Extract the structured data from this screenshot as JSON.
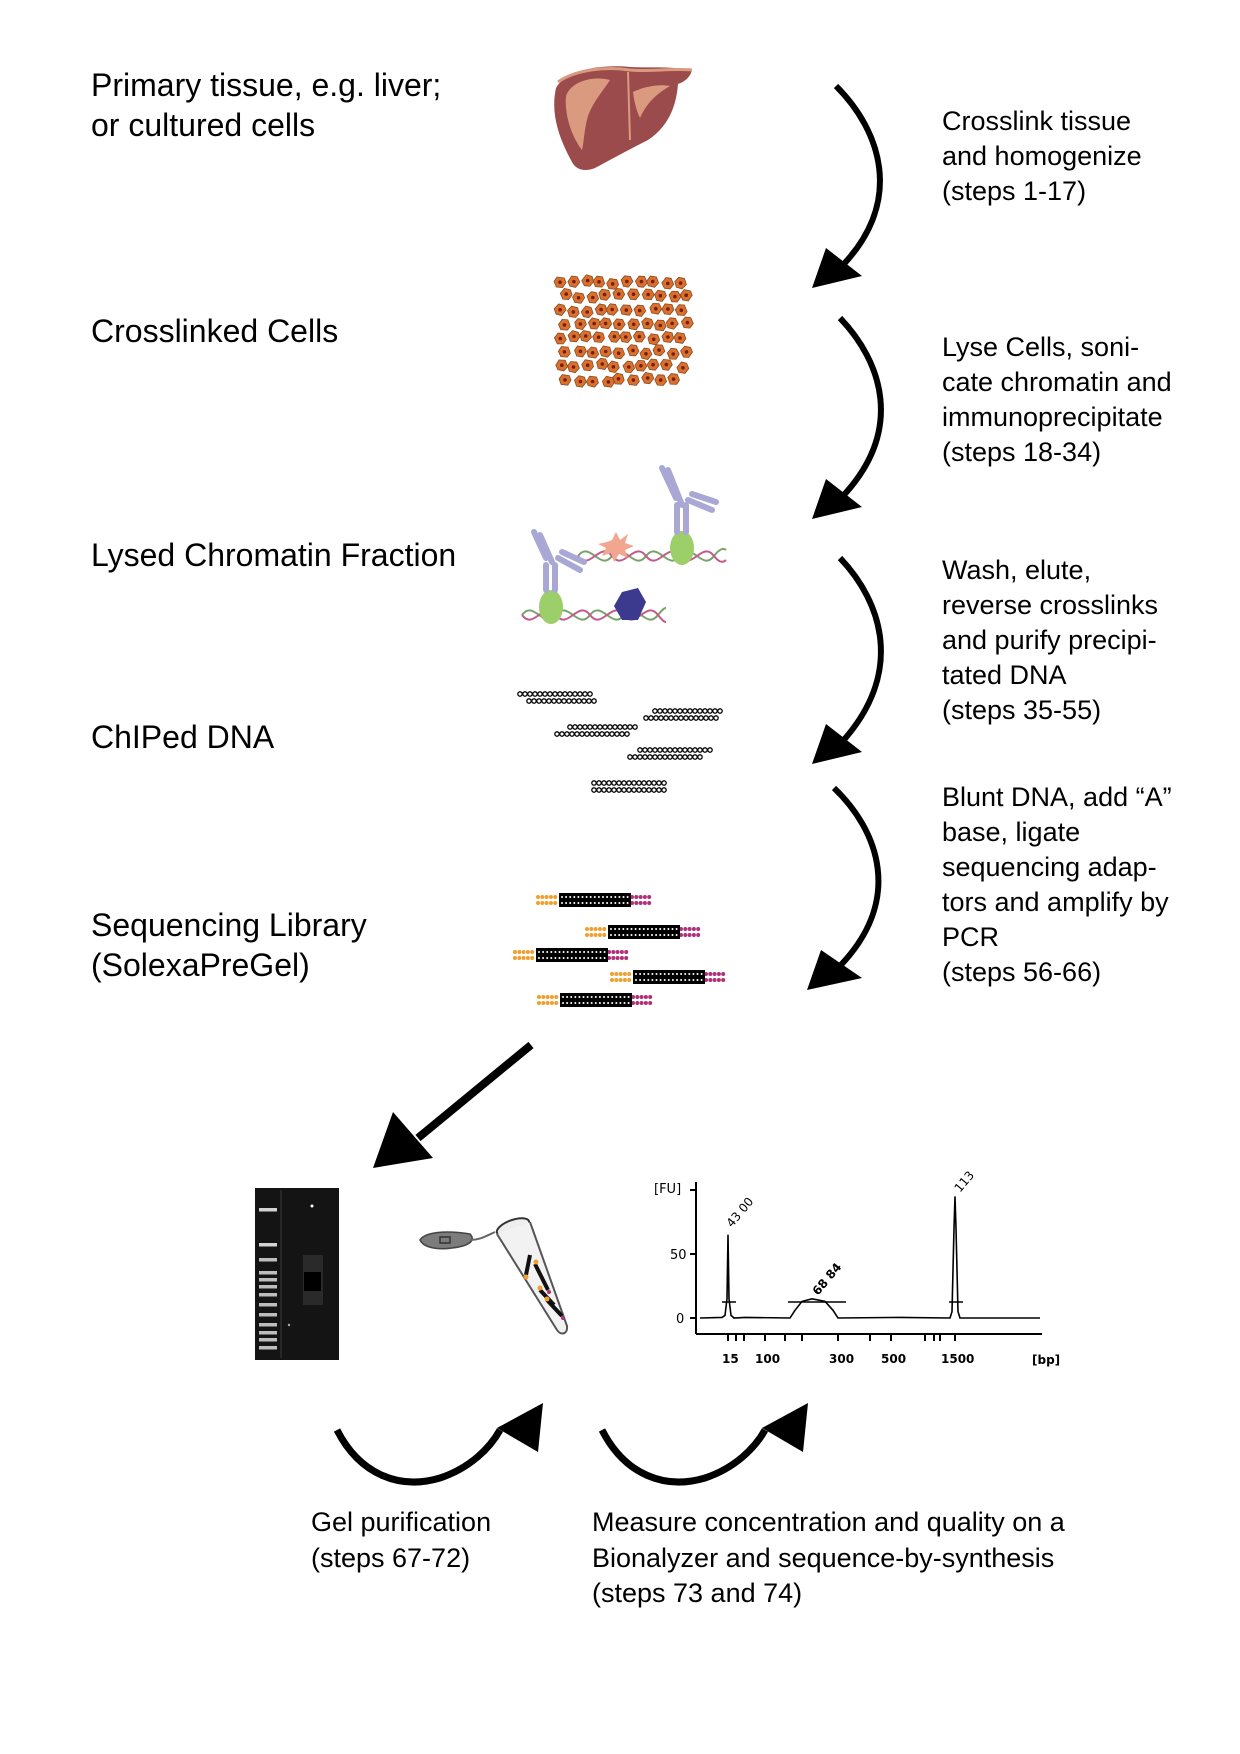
{
  "stages": [
    {
      "id": "tissue",
      "lines": [
        "Primary tissue, e.g. liver;",
        "or cultured cells"
      ],
      "icon": "liver-icon"
    },
    {
      "id": "crosslinked",
      "lines": [
        "Crosslinked Cells"
      ],
      "icon": "crosslinked-cells-icon"
    },
    {
      "id": "chromatin",
      "lines": [
        "Lysed Chromatin Fraction"
      ],
      "icon": "chromatin-antibody-icon"
    },
    {
      "id": "chiped",
      "lines": [
        "ChIPed DNA"
      ],
      "icon": "dna-fragments-icon"
    },
    {
      "id": "library",
      "lines": [
        "Sequencing Library",
        "(SolexaPreGel)"
      ],
      "icon": "sequencing-library-icon"
    }
  ],
  "steps": [
    {
      "lines": [
        "Crosslink tissue",
        "and homogenize",
        "(steps 1-17)"
      ]
    },
    {
      "lines": [
        "Lyse Cells, soni-",
        "cate chromatin and",
        "immunoprecipitate",
        "(steps 18-34)"
      ]
    },
    {
      "lines": [
        "Wash, elute,",
        "reverse crosslinks",
        "and purify precipi-",
        "tated DNA",
        "(steps 35-55)"
      ]
    },
    {
      "lines": [
        "Blunt DNA, add “A”",
        "base, ligate",
        "sequencing adap-",
        "tors and amplify by",
        "PCR",
        "(steps 56-66)"
      ]
    }
  ],
  "bottom_steps": [
    {
      "lines": [
        "Gel purification",
        "(steps 67-72)"
      ]
    },
    {
      "lines": [
        "Measure concentration and quality on a",
        "Bionalyzer and sequence-by-synthesis",
        "(steps 73 and 74)"
      ]
    }
  ],
  "colors": {
    "liver_dark": "#9b4b4b",
    "liver_light": "#d99a7f",
    "cell_fill": "#d8712f",
    "cell_nucleus": "#7a1c10",
    "adapter_left": "#f0a030",
    "adapter_right": "#b0307a",
    "antibody": "#a9a8d4",
    "protein_green": "#9ccf6a",
    "protein_pink": "#f2a58f",
    "protein_blue": "#3b3a8e"
  },
  "bioanalyzer": {
    "y_unit": "[FU]",
    "x_unit": "[bp]",
    "y_ticks": [
      "0",
      "50"
    ],
    "x_tick_labels": [
      "15",
      "100",
      "300",
      "500",
      "1500"
    ],
    "peak_labels": [
      "43 00",
      "68 84",
      "113"
    ]
  },
  "chart_data": {
    "type": "line",
    "title": "",
    "xlabel": "[bp]",
    "ylabel": "[FU]",
    "ylim": [
      -10,
      100
    ],
    "x_tick_labels": [
      "15",
      "100",
      "300",
      "500",
      "1500"
    ],
    "y_tick_labels": [
      "0",
      "50"
    ],
    "series": [
      {
        "name": "Bioanalyzer trace",
        "x": [
          "15",
          "100",
          "150",
          "200",
          "250",
          "300",
          "500",
          "1500"
        ],
        "values": [
          65,
          0,
          0,
          13,
          15,
          2,
          0,
          95
        ]
      }
    ],
    "peaks": [
      {
        "bp": "15",
        "fu": 65,
        "label": "43 00"
      },
      {
        "bp": "~200-300",
        "fu": 15,
        "label": "68 84"
      },
      {
        "bp": "1500",
        "fu": 95,
        "label": "113"
      }
    ],
    "grid": false
  }
}
